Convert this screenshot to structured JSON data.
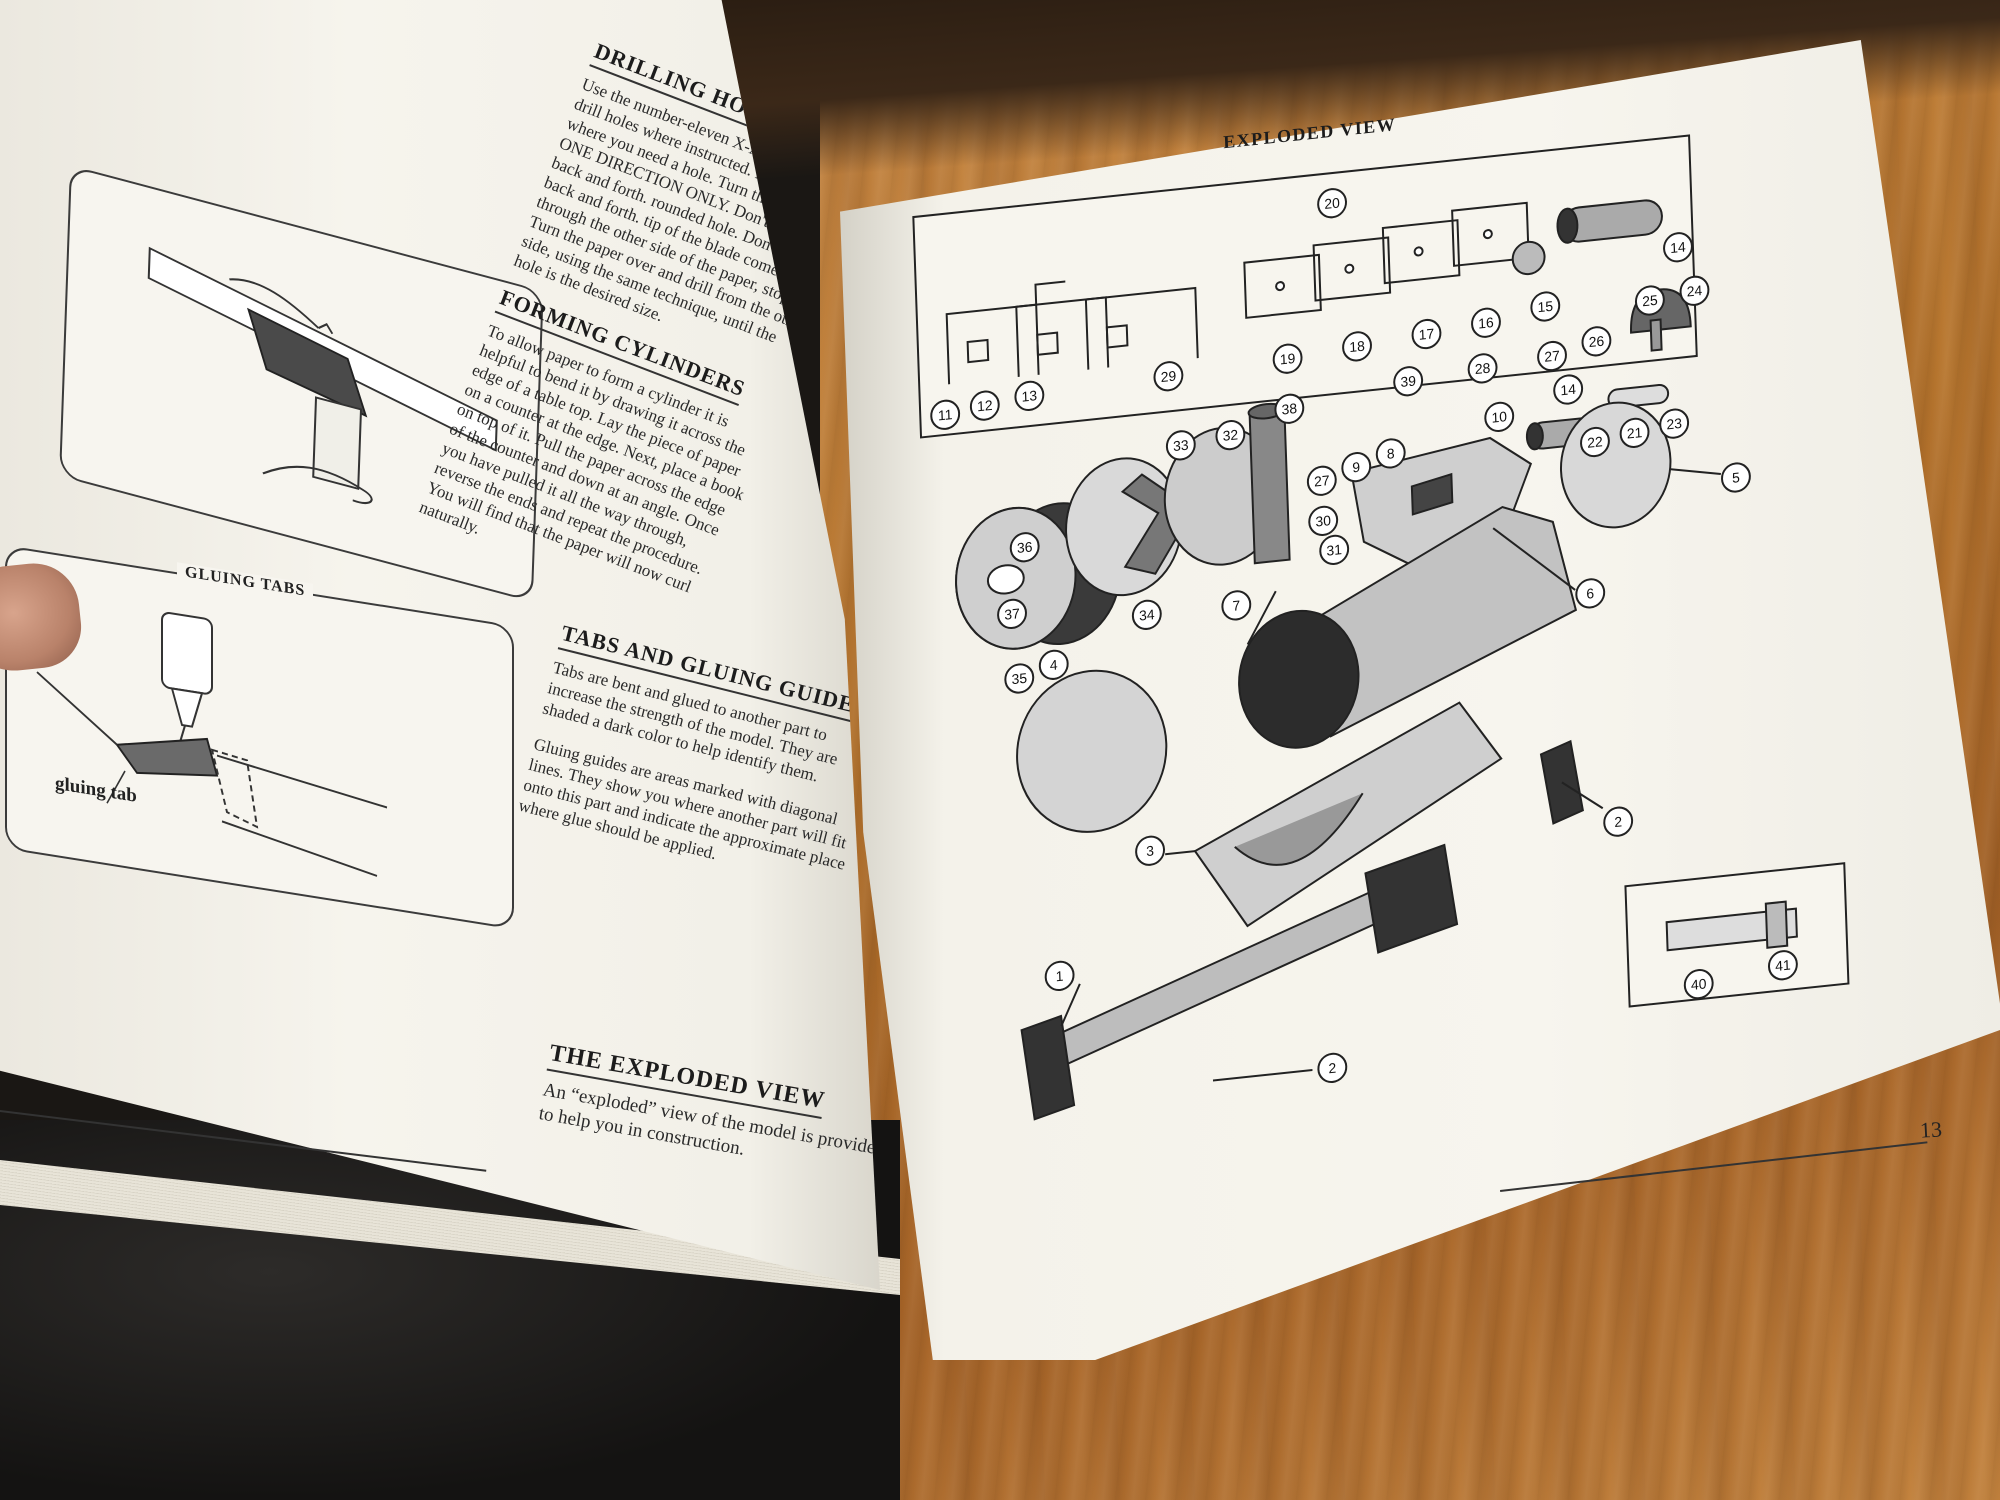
{
  "left_page": {
    "drilling_holes": {
      "heading": "DRILLING HOLES",
      "text": "Use the number-eleven X-ACTO blade to drill holes where instructed. Place the paper where you need a hole. Turn the blade in ONE DIRECTION ONLY. Don't twist it back and forth. rounded hole. Don't twist it back and forth. tip of the blade comes through the other side of the paper, stop. Turn the paper over and drill from the other side, using the same technique, until the hole is the desired size."
    },
    "forming_cylinders": {
      "heading": "FORMING CYLINDERS",
      "text": "To allow paper to form a cylinder it is helpful to bend it by drawing it across the edge of a table top. Lay the piece of paper on a counter at the edge. Next, place a book on top of it. Pull the paper across the edge of the counter and down at an angle. Once you have pulled it all the way through, reverse the ends and repeat the procedure. You will find that the paper will now curl naturally."
    },
    "tabs_and_gluing_guides": {
      "heading": "TABS AND GLUING GUIDES",
      "text1": "Tabs are bent and glued to another part to increase the strength of the model. They are shaded a dark color to help identify them.",
      "text2": "Gluing guides are areas marked with diagonal lines. They show you where another part will fit onto this part and indicate the approximate place where glue should be applied."
    },
    "exploded_view_section": {
      "heading": "THE EXPLODED VIEW",
      "text": "An “exploded” view of the model is provided to help you in construction."
    },
    "illustration_2": {
      "title": "GLUING TABS",
      "label": "gluing tab"
    }
  },
  "right_page": {
    "title": "EXPLODED VIEW",
    "page_number": "13",
    "part_numbers": {
      "p1": "1",
      "p2a": "2",
      "p2b": "2",
      "p3": "3",
      "p4": "4",
      "p5": "5",
      "p6": "6",
      "p7": "7",
      "p8": "8",
      "p9": "9",
      "p10": "10",
      "p11": "11",
      "p12": "12",
      "p13": "13",
      "p14a": "14",
      "p14b": "14",
      "p15": "15",
      "p16": "16",
      "p17": "17",
      "p18": "18",
      "p19": "19",
      "p20": "20",
      "p21": "21",
      "p22": "22",
      "p23": "23",
      "p24": "24",
      "p25": "25",
      "p26": "26",
      "p27a": "27",
      "p27b": "27",
      "p28": "28",
      "p29": "29",
      "p30": "30",
      "p31": "31",
      "p32": "32",
      "p33": "33",
      "p34": "34",
      "p35": "35",
      "p36": "36",
      "p37": "37",
      "p38": "38",
      "p39": "39",
      "p40": "40",
      "p41": "41"
    }
  },
  "colors": {
    "paper": "#f4f2ea",
    "ink": "#1c1c1c",
    "mid_gray": "#9a9a9a",
    "light_gray": "#c9c9c9",
    "dark_gray": "#3a3a3a",
    "wood": "#b8772f"
  }
}
